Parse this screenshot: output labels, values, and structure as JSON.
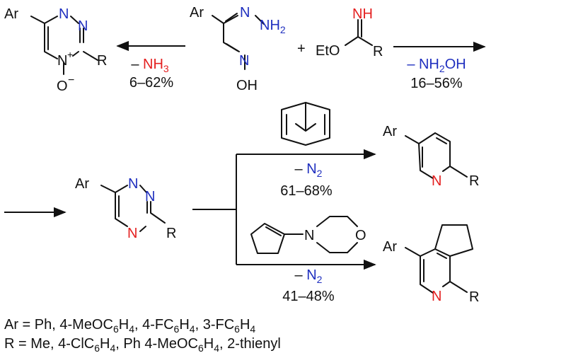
{
  "colors": {
    "black": "#111111",
    "blue": "#1f2fbf",
    "red": "#e41f1f"
  },
  "atoms": {
    "ar": "Ar",
    "r": "R",
    "n": "N",
    "n_plus": "N",
    "plus": "+",
    "oxide": "O",
    "minus": "−",
    "nh": "NH",
    "nh2": "NH",
    "two": "2",
    "oh": "OH",
    "eto": "EtO",
    "o": "O"
  },
  "reagent_plus": "+",
  "reactions": {
    "oxide_formation": {
      "loss_prefix": "– ",
      "loss": "NH",
      "loss_sub": "3",
      "yield": "6–62%"
    },
    "triazine_formation": {
      "loss_prefix": "– NH",
      "loss_sub": "2",
      "loss_suffix": "OH",
      "yield": "16–56%"
    },
    "pyridine_formation": {
      "loss_prefix": "– N",
      "loss_sub": "2",
      "yield": "61–68%"
    },
    "fused_pyridine_formation": {
      "loss_prefix": "– N",
      "loss_sub": "2",
      "yield": "41–48%"
    }
  },
  "legend": {
    "ar_line": {
      "prefix": "Ar = Ph, 4-MeOC",
      "s1": "6",
      "t1": "H",
      "s2": "4",
      "t2": ", 4-FC",
      "s3": "6",
      "t3": "H",
      "s4": "4",
      "t4": ", 3-FC",
      "s5": "6",
      "t5": "H",
      "s6": "4"
    },
    "r_line": {
      "prefix": "R = Me, 4-ClC",
      "s1": "6",
      "t1": "H",
      "s2": "4",
      "t2": ", Ph 4-MeOC",
      "s3": "6",
      "t3": "H",
      "s4": "4",
      "t4": ", 2-thienyl"
    }
  }
}
